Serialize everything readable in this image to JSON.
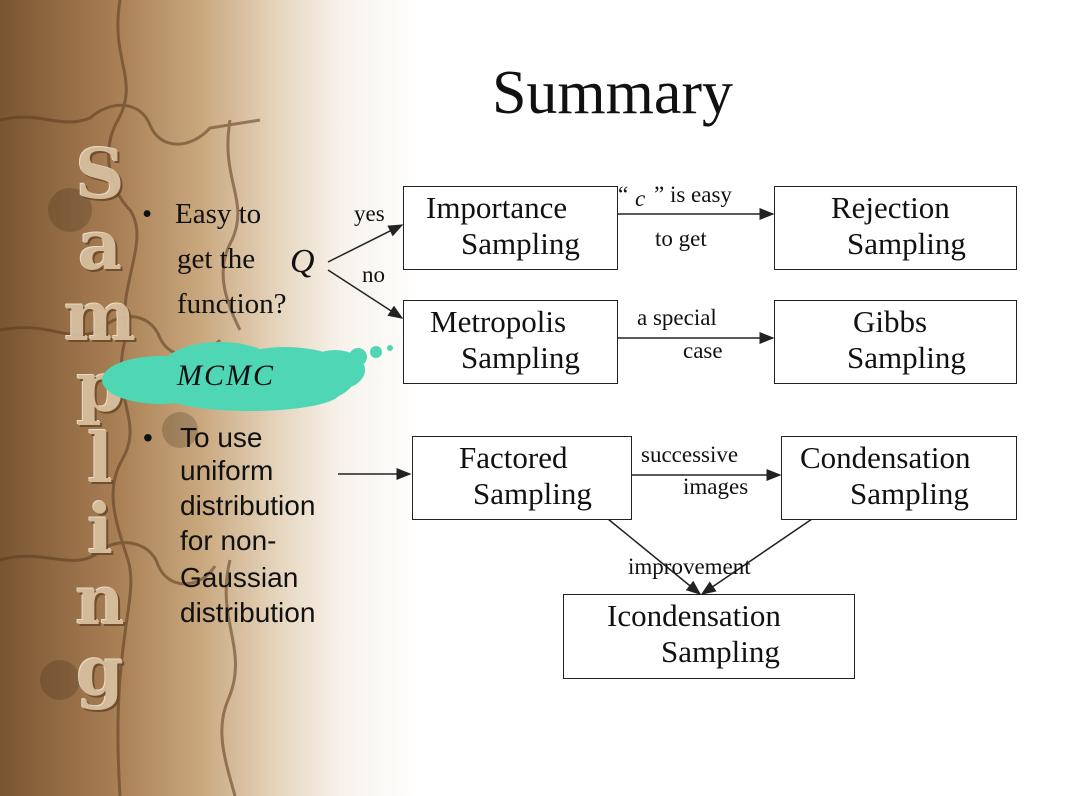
{
  "title": "Summary",
  "side_word": [
    "S",
    "a",
    "m",
    "p",
    "l",
    "i",
    "n",
    "g"
  ],
  "bullets": {
    "b1_line1": "Easy to",
    "b1_line2": "get the",
    "b1_line3": "function?",
    "q_symbol": "Q",
    "b2_lines": [
      "To use",
      "uniform",
      "distribution",
      "for non-",
      "Gaussian",
      "distribution"
    ]
  },
  "cloud_label": "MCMC",
  "branch_labels": {
    "yes": "yes",
    "no": "no"
  },
  "boxes": {
    "importance": [
      "Importance",
      "Sampling"
    ],
    "rejection": [
      "Rejection",
      "Sampling"
    ],
    "metropolis": [
      "Metropolis",
      "Sampling"
    ],
    "gibbs": [
      "Gibbs",
      "Sampling"
    ],
    "factored": [
      "Factored",
      "Sampling"
    ],
    "condensation": [
      "Condensation",
      "Sampling"
    ],
    "icondensation": [
      "Icondensation",
      "Sampling"
    ]
  },
  "edge_labels": {
    "c_open_quote": "“",
    "c_symbol": "c",
    "c_rest": "” is easy",
    "to_get": "to get",
    "special_1": "a special",
    "special_2": "case",
    "successive_1": "successive",
    "successive_2": "images",
    "improvement": "improvement"
  },
  "colors": {
    "cloud": "#4fd6b4",
    "background_dark": "#7a5532"
  }
}
